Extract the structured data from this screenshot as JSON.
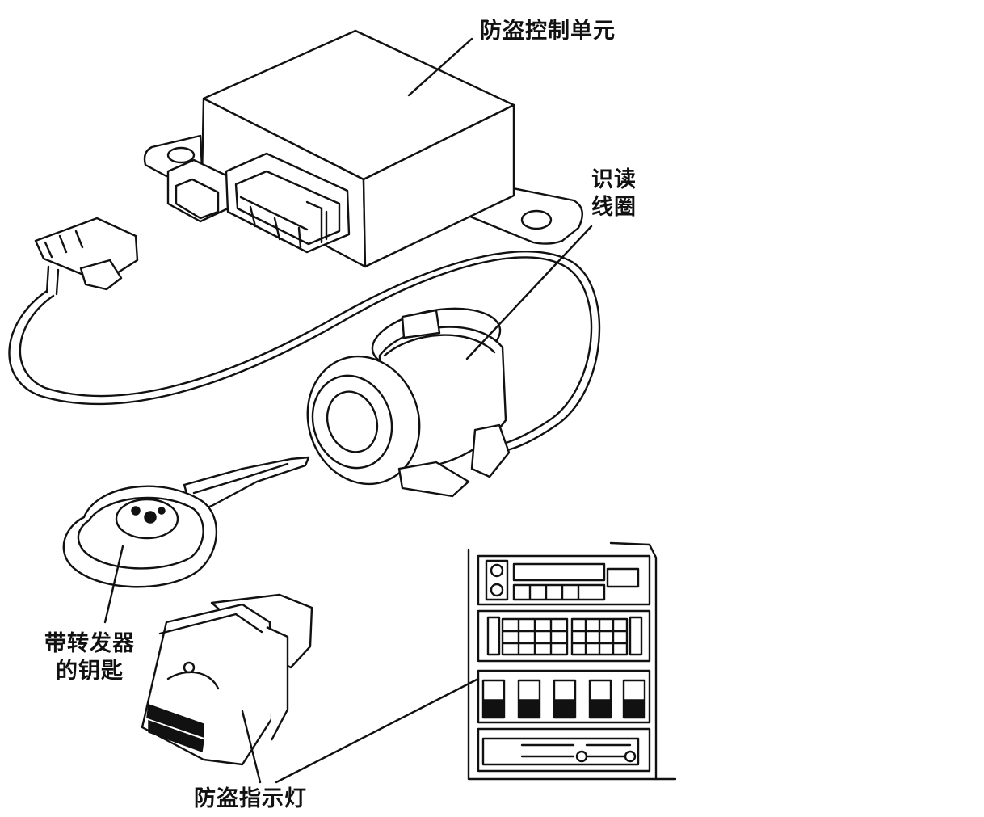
{
  "labels": {
    "control_unit": "防盗控制单元",
    "coil_line1": "识读",
    "coil_line2": "线圈",
    "key_line1": "带转发器",
    "key_line2": "的钥匙",
    "indicator": "防盗指示灯"
  }
}
